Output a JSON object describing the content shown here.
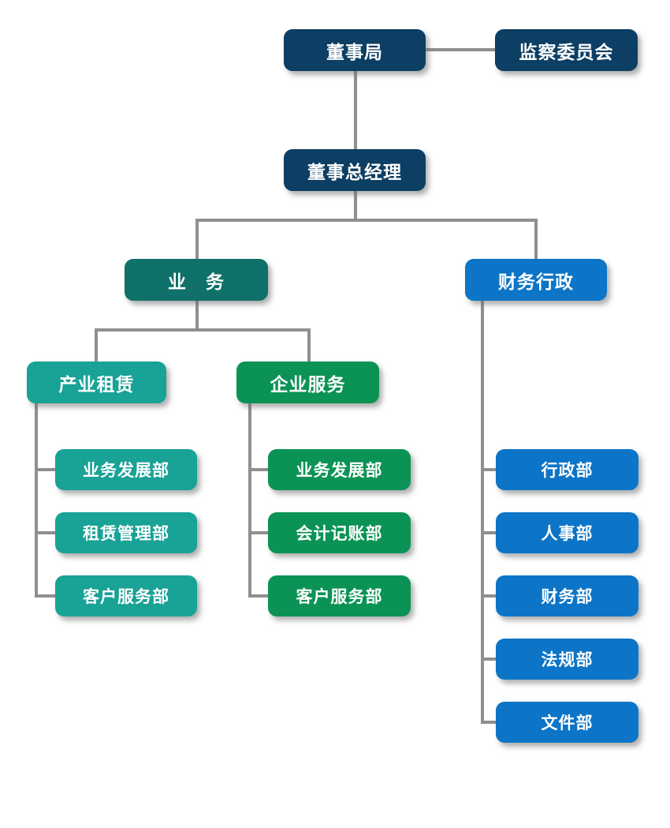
{
  "diagram": {
    "type": "org-chart",
    "background_color": "#ffffff",
    "connector_color": "#8f8f8f",
    "text_color": "#ffffff",
    "colors": {
      "navy": "#0d3e63",
      "dark_teal": "#0f7169",
      "teal": "#19a296",
      "green": "#0b9355",
      "blue": "#0c75c7"
    },
    "nodes": {
      "board": {
        "label": "董事局",
        "color": "#0d3e63"
      },
      "supervisory": {
        "label": "监察委员会",
        "color": "#0d3e63"
      },
      "managing_director": {
        "label": "董事总经理",
        "color": "#0d3e63"
      },
      "business": {
        "label": "业　务",
        "color": "#0f7169"
      },
      "finance_admin": {
        "label": "财务行政",
        "color": "#0c75c7"
      },
      "industrial_leasing": {
        "label": "产业租赁",
        "color": "#19a296"
      },
      "corporate_services": {
        "label": "企业服务",
        "color": "#0b9355"
      },
      "il_business_dev": {
        "label": "业务发展部",
        "color": "#19a296"
      },
      "il_leasing_mgmt": {
        "label": "租赁管理部",
        "color": "#19a296"
      },
      "il_customer_svc": {
        "label": "客户服务部",
        "color": "#19a296"
      },
      "cs_business_dev": {
        "label": "业务发展部",
        "color": "#0b9355"
      },
      "cs_accounting": {
        "label": "会计记账部",
        "color": "#0b9355"
      },
      "cs_customer_svc": {
        "label": "客户服务部",
        "color": "#0b9355"
      },
      "fa_admin": {
        "label": "行政部",
        "color": "#0c75c7"
      },
      "fa_hr": {
        "label": "人事部",
        "color": "#0c75c7"
      },
      "fa_finance": {
        "label": "财务部",
        "color": "#0c75c7"
      },
      "fa_legal": {
        "label": "法规部",
        "color": "#0c75c7"
      },
      "fa_documents": {
        "label": "文件部",
        "color": "#0c75c7"
      }
    },
    "edges": [
      {
        "from": "board",
        "to": "supervisory",
        "style": "lateral"
      },
      {
        "from": "board",
        "to": "managing_director"
      },
      {
        "from": "managing_director",
        "to": "business"
      },
      {
        "from": "managing_director",
        "to": "finance_admin"
      },
      {
        "from": "business",
        "to": "industrial_leasing"
      },
      {
        "from": "business",
        "to": "corporate_services"
      },
      {
        "from": "industrial_leasing",
        "to": "il_business_dev"
      },
      {
        "from": "industrial_leasing",
        "to": "il_leasing_mgmt"
      },
      {
        "from": "industrial_leasing",
        "to": "il_customer_svc"
      },
      {
        "from": "corporate_services",
        "to": "cs_business_dev"
      },
      {
        "from": "corporate_services",
        "to": "cs_accounting"
      },
      {
        "from": "corporate_services",
        "to": "cs_customer_svc"
      },
      {
        "from": "finance_admin",
        "to": "fa_admin"
      },
      {
        "from": "finance_admin",
        "to": "fa_hr"
      },
      {
        "from": "finance_admin",
        "to": "fa_finance"
      },
      {
        "from": "finance_admin",
        "to": "fa_legal"
      },
      {
        "from": "finance_admin",
        "to": "fa_documents"
      }
    ]
  }
}
